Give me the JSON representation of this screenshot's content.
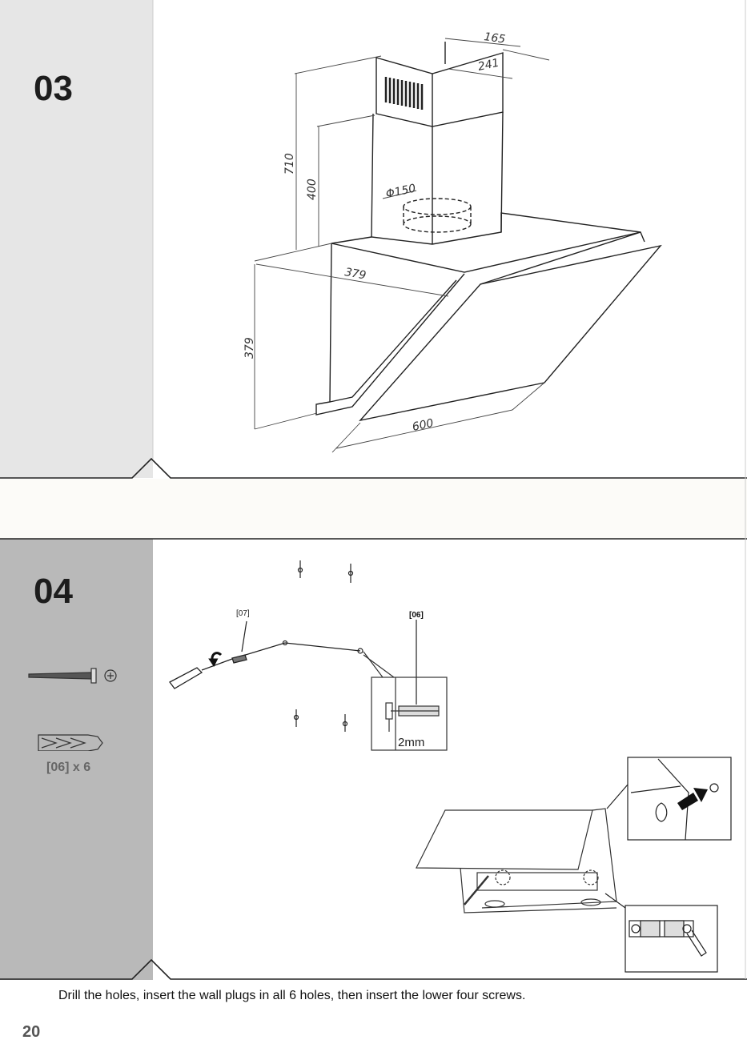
{
  "step3": {
    "number": "03",
    "dimensions": {
      "top_depth": "165",
      "top_width": "241",
      "height_total": "710",
      "height_chimney": "400",
      "duct": "Φ150",
      "depth": "379",
      "body_height": "379",
      "width": "600"
    }
  },
  "step4": {
    "number": "04",
    "screw_ref": "[07]",
    "plug_ref": "[06]",
    "plug_count": "[06] x 6",
    "gap": "2mm",
    "instruction": "Drill the holes, insert the wall plugs in all 6 holes, then insert the lower four screws."
  },
  "page_number": "20",
  "icons": [
    "screw-icon",
    "wall-plug-icon",
    "screwdriver-icon",
    "rotate-arrow-icon",
    "cooker-hood-icon"
  ]
}
